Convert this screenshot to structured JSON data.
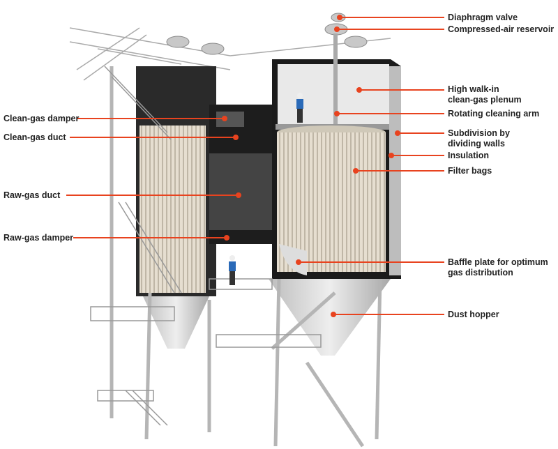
{
  "accent_color": "#e8431f",
  "labels_left": [
    {
      "text": "Clean-gas damper"
    },
    {
      "text": "Clean-gas duct"
    },
    {
      "text": "Raw-gas duct"
    },
    {
      "text": "Raw-gas damper"
    }
  ],
  "labels_right": [
    {
      "text": "Diaphragm valve"
    },
    {
      "text": "Compressed-air reservoir"
    },
    {
      "text": "High walk-in",
      "text2": "clean-gas plenum"
    },
    {
      "text": "Rotating cleaning arm"
    },
    {
      "text": "Subdivision by",
      "text2": "dividing walls"
    },
    {
      "text": "Insulation"
    },
    {
      "text": "Filter bags"
    },
    {
      "text": "Baffle plate for optimum",
      "text2": "gas distribution"
    },
    {
      "text": "Dust hopper"
    }
  ]
}
